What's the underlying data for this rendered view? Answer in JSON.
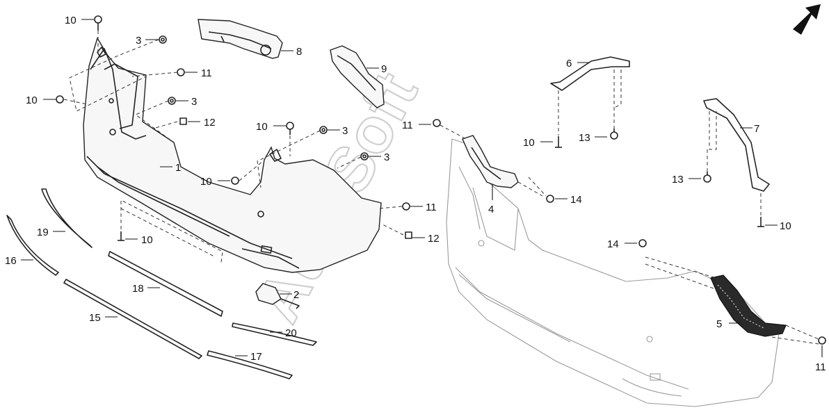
{
  "watermark": "AutoSoft",
  "callouts": {
    "c1": "1",
    "c2": "2",
    "c3a": "3",
    "c3b": "3",
    "c3c": "3",
    "c3d": "3",
    "c4": "4",
    "c5": "5",
    "c6": "6",
    "c7": "7",
    "c8": "8",
    "c9": "9",
    "c10a": "10",
    "c10b": "10",
    "c10c": "10",
    "c10d": "10",
    "c10e": "10",
    "c10f": "10",
    "c10g": "10",
    "c11a": "11",
    "c11b": "11",
    "c11c": "11",
    "c11d": "11",
    "c12a": "12",
    "c12b": "12",
    "c13a": "13",
    "c13b": "13",
    "c14a": "14",
    "c14b": "14",
    "c15": "15",
    "c16": "16",
    "c17": "17",
    "c18": "18",
    "c19": "19",
    "c20": "20"
  },
  "icons": {
    "front_direction": "arrow-up-right-icon"
  }
}
